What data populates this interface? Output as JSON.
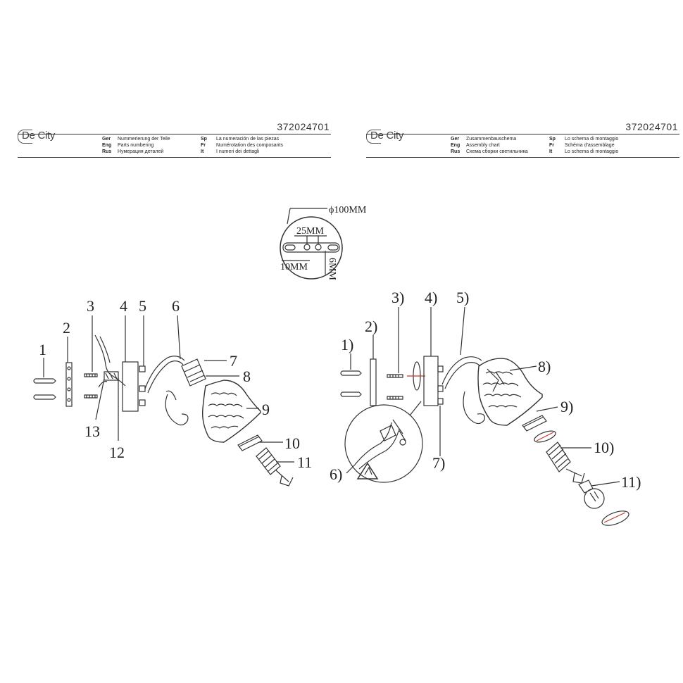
{
  "headers": [
    {
      "logo": "De City",
      "code": "372024701",
      "lines": [
        {
          "lang1": "Ger",
          "text1": "Nummerierung der Teile",
          "lang2": "Sp",
          "text2": "La numeración de las piezas"
        },
        {
          "lang1": "Eng",
          "text1": "Parts numbering",
          "lang2": "Fr",
          "text2": "Numérotation des composants"
        },
        {
          "lang1": "Rus",
          "text1": "Нумерация деталей",
          "lang2": "It",
          "text2": "I numeri dei dettagli"
        }
      ]
    },
    {
      "logo": "De City",
      "code": "372024701",
      "lines": [
        {
          "lang1": "Ger",
          "text1": "Zusammenbauschema",
          "lang2": "Sp",
          "text2": "Lo schema di montaggio"
        },
        {
          "lang1": "Eng",
          "text1": "Assembly chart",
          "lang2": "Fr",
          "text2": "Schéma d'assemblage"
        },
        {
          "lang1": "Rus",
          "text1": "Схема сборки светильника",
          "lang2": "It",
          "text2": "Lo schema di montaggio"
        }
      ]
    }
  ],
  "dimensions": {
    "diameter": "ϕ100MM",
    "spacing": "25MM",
    "slot_length": "10MM",
    "slot_width": "6MM"
  },
  "left_labels": [
    "1",
    "2",
    "3",
    "4",
    "5",
    "6",
    "7",
    "8",
    "9",
    "10",
    "11",
    "12",
    "13"
  ],
  "right_labels": [
    "1)",
    "2)",
    "3)",
    "4)",
    "5)",
    "6)",
    "7)",
    "8)",
    "9)",
    "10)",
    "11)"
  ]
}
